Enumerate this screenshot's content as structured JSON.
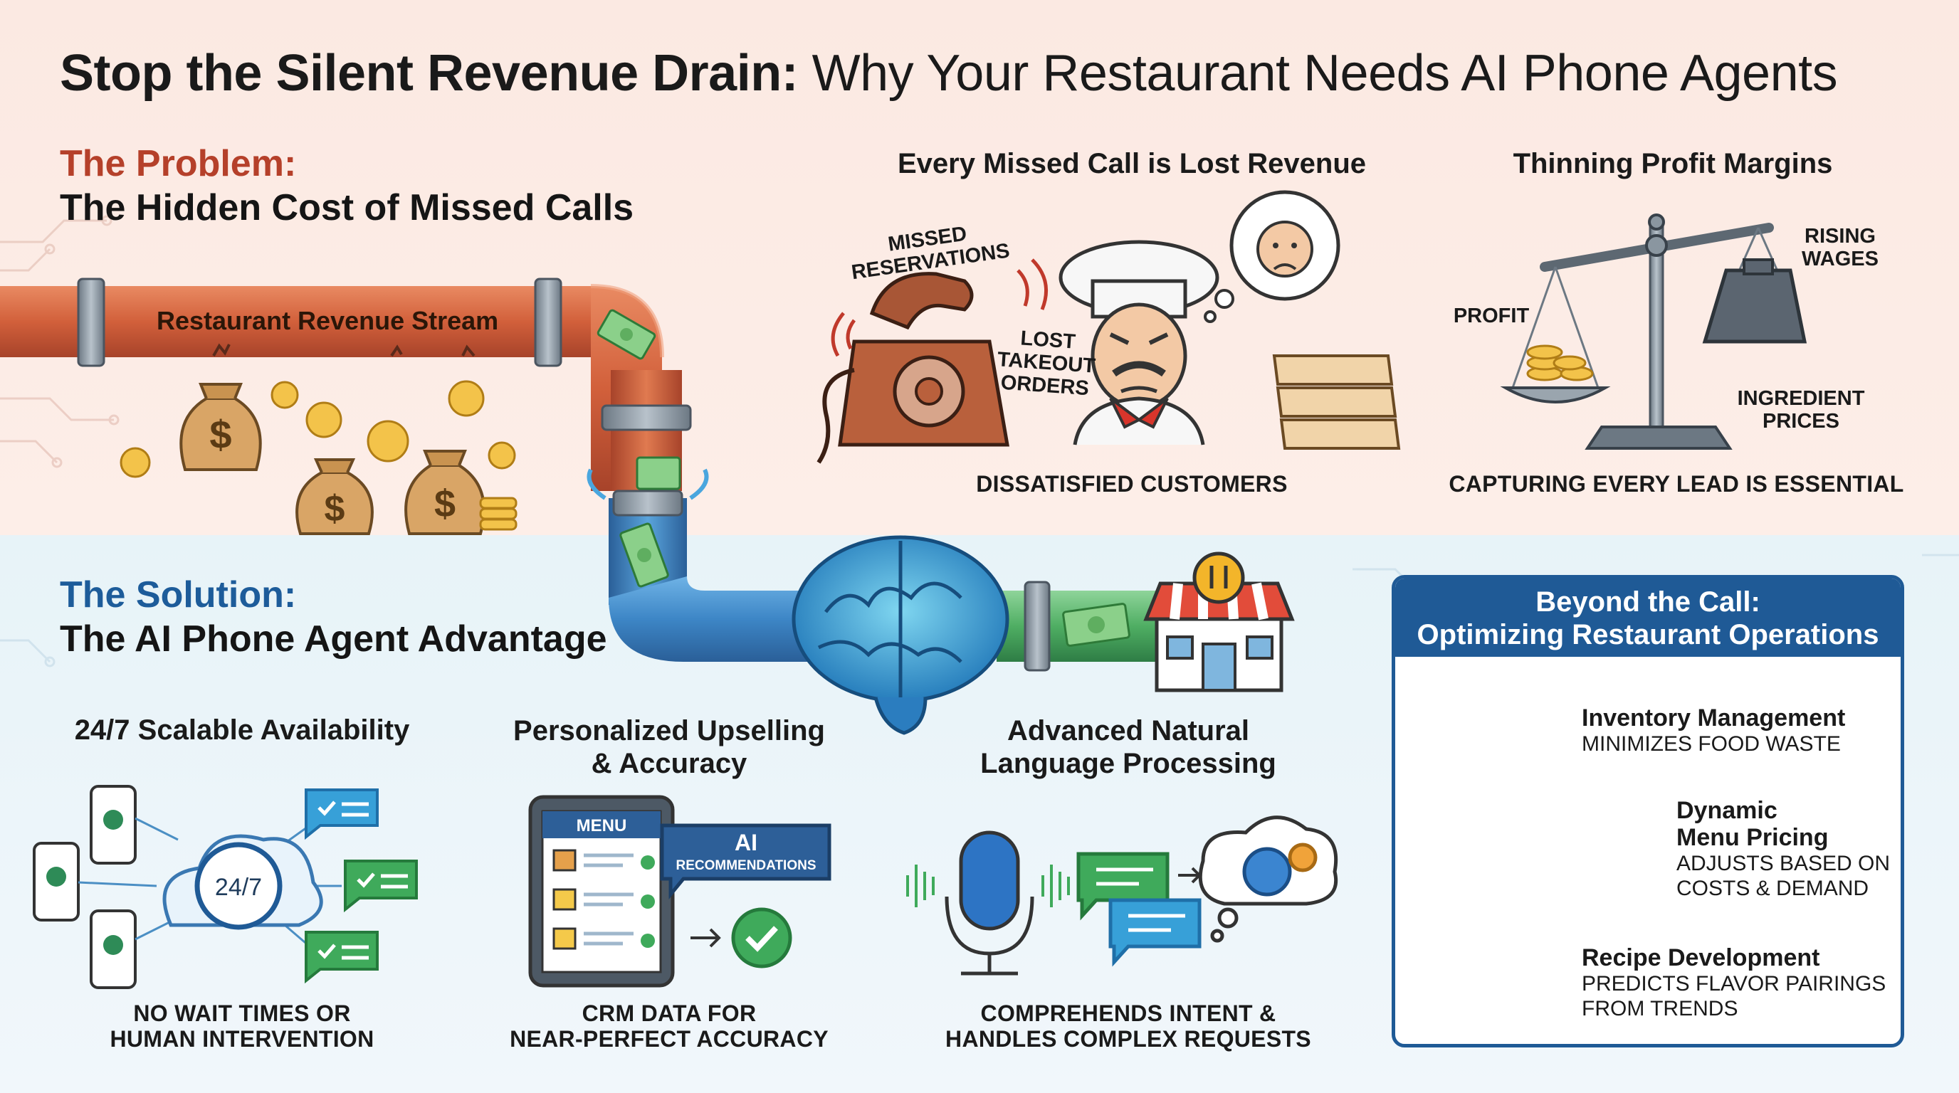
{
  "title": {
    "bold": "Stop the Silent Revenue Drain:",
    "rest": "Why Your Restaurant Needs AI Phone Agents"
  },
  "problem": {
    "heading": "The Problem:",
    "subheading": "The Hidden Cost of Missed Calls",
    "pipe_label": "Restaurant Revenue Stream",
    "missed_calls": {
      "heading": "Every Missed Call is Lost Revenue",
      "label_reservations": "MISSED RESERVATIONS",
      "label_takeout": "LOST TAKEOUT ORDERS",
      "caption": "DISSATISFIED CUSTOMERS"
    },
    "margins": {
      "heading": "Thinning Profit Margins",
      "label_profit": "PROFIT",
      "label_wages": "RISING WAGES",
      "label_ingredients": "INGREDIENT PRICES",
      "caption": "CAPTURING EVERY LEAD IS ESSENTIAL"
    }
  },
  "solution": {
    "heading": "The Solution:",
    "subheading": "The AI Phone Agent Advantage",
    "availability": {
      "heading": "24/7 Scalable Availability",
      "clock_text": "24/7",
      "caption_line1": "NO WAIT TIMES OR",
      "caption_line2": "HUMAN INTERVENTION"
    },
    "upselling": {
      "heading_line1": "Personalized Upselling",
      "heading_line2": "& Accuracy",
      "menu_label": "MENU",
      "ai_label": "AI",
      "ai_sublabel": "RECOMMENDATIONS",
      "caption_line1": "CRM DATA FOR",
      "caption_line2": "NEAR-PERFECT ACCURACY"
    },
    "nlp": {
      "heading_line1": "Advanced Natural",
      "heading_line2": "Language Processing",
      "caption_line1": "COMPREHENDS INTENT &",
      "caption_line2": "HANDLES COMPLEX REQUESTS"
    }
  },
  "beyond": {
    "heading_line1": "Beyond the Call:",
    "heading_line2": "Optimizing Restaurant Operations",
    "items": [
      {
        "title": "Inventory Management",
        "desc_line1": "MINIMIZES FOOD WASTE",
        "desc_line2": "",
        "icon": "fridge-icon"
      },
      {
        "title_line1": "Dynamic",
        "title_line2": "Menu Pricing",
        "desc_line1": "ADJUSTS BASED ON",
        "desc_line2": "COSTS & DEMAND",
        "icon": "price-tag-icon"
      },
      {
        "title": "Recipe Development",
        "desc_line1": "PREDICTS FLAVOR PAIRINGS",
        "desc_line2": "FROM TRENDS",
        "icon": "chef-hat-search-icon"
      }
    ]
  },
  "colors": {
    "problem_red": "#b5402a",
    "solution_blue": "#1d5c9a",
    "card_blue": "#1f5a96",
    "pipe_copper": "#d7653f",
    "pipe_blue": "#3d86c6"
  }
}
